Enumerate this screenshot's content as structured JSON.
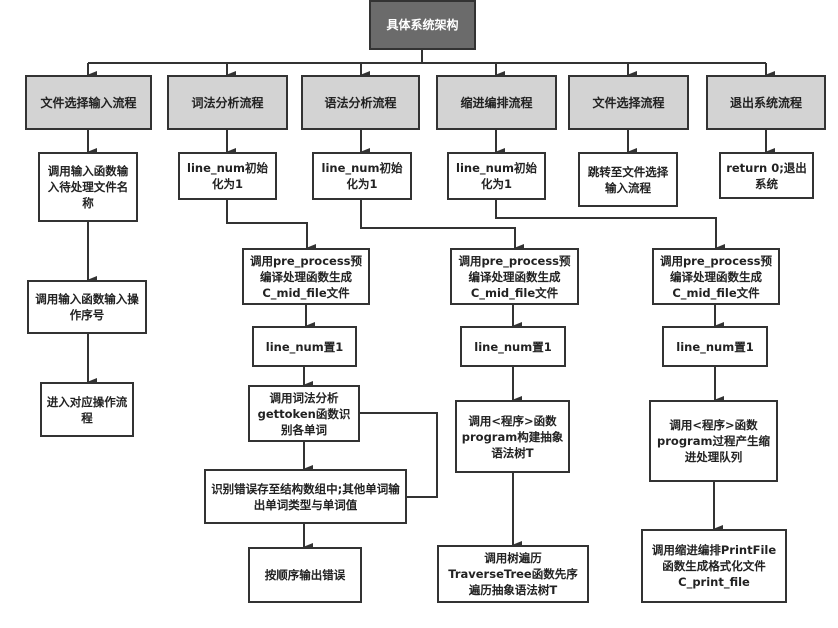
{
  "root": "具体系统架构",
  "flows": [
    {
      "title": "文件选择输入流程",
      "steps": [
        "调用输入函数输入待处理文件名称",
        "调用输入函数输入操作序号",
        "进入对应操作流程"
      ]
    },
    {
      "title": "词法分析流程",
      "steps": [
        "line_num初始化为1",
        "调用pre_process预编译处理函数生成C_mid_file文件",
        "line_num置1",
        "调用词法分析gettoken函数识别各单词",
        "识别错误存至结构数组中;其他单词输出单词类型与单词值",
        "按顺序输出错误"
      ]
    },
    {
      "title": "语法分析流程",
      "steps": [
        "line_num初始化为1",
        "调用pre_process预编译处理函数生成C_mid_file文件",
        "line_num置1",
        "调用<程序>函数program构建抽象语法树T",
        "调用树遍历TraverseTree函数先序遍历抽象语法树T"
      ]
    },
    {
      "title": "缩进编排流程",
      "steps": [
        "line_num初始化为1",
        "调用pre_process预编译处理函数生成C_mid_file文件",
        "line_num置1",
        "调用<程序>函数program过程产生缩进处理队列",
        "调用缩进编排PrintFile函数生成格式化文件C_print_file"
      ]
    },
    {
      "title": "文件选择流程",
      "steps": [
        "跳转至文件选择输入流程"
      ]
    },
    {
      "title": "退出系统流程",
      "steps": [
        "return 0;退出系统"
      ]
    }
  ]
}
